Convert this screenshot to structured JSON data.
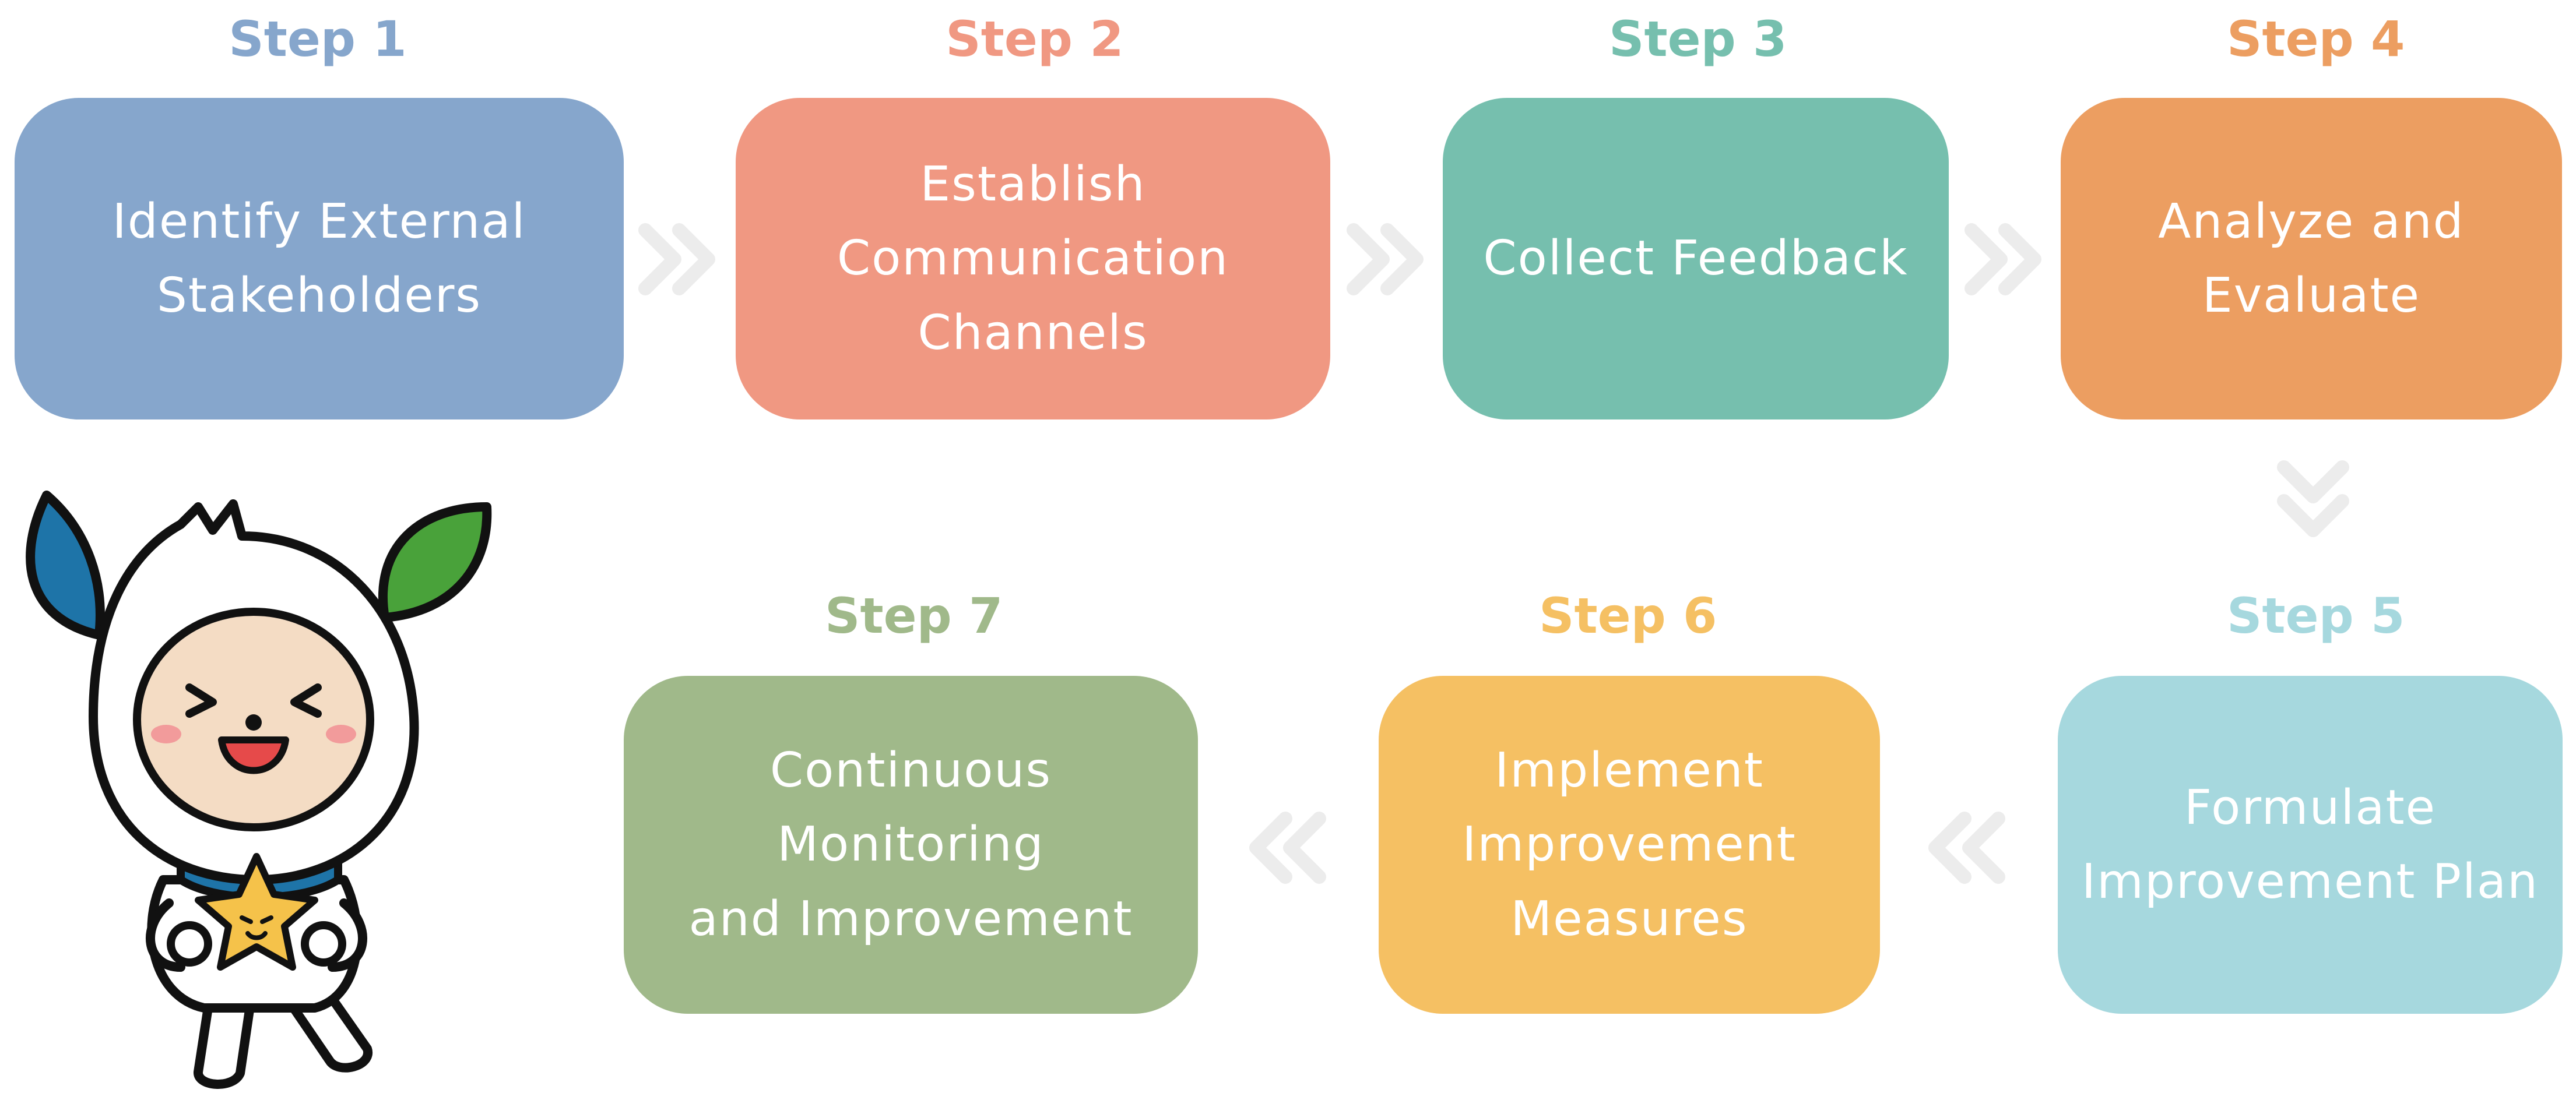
{
  "steps": [
    {
      "label": "Step 1",
      "text": "Identify External\nStakeholders",
      "color": "#86A6CC"
    },
    {
      "label": "Step 2",
      "text": "Establish\nCommunication\nChannels",
      "color": "#F09882"
    },
    {
      "label": "Step 3",
      "text": "Collect Feedback",
      "color": "#76BFAE"
    },
    {
      "label": "Step 4",
      "text": "Analyze and\nEvaluate",
      "color": "#EC9E61"
    },
    {
      "label": "Step 5",
      "text": "Formulate\nImprovement Plan",
      "color": "#A6D8DE"
    },
    {
      "label": "Step 6",
      "text": "Implement\nImprovement\nMeasures",
      "color": "#F5C063"
    },
    {
      "label": "Step 7",
      "text": "Continuous Monitoring\nand Improvement",
      "color": "#A0B98A"
    }
  ],
  "arrow_color": "#ECECEC",
  "mascot_icon": "leaf-sprite-mascot-holding-star-icon"
}
